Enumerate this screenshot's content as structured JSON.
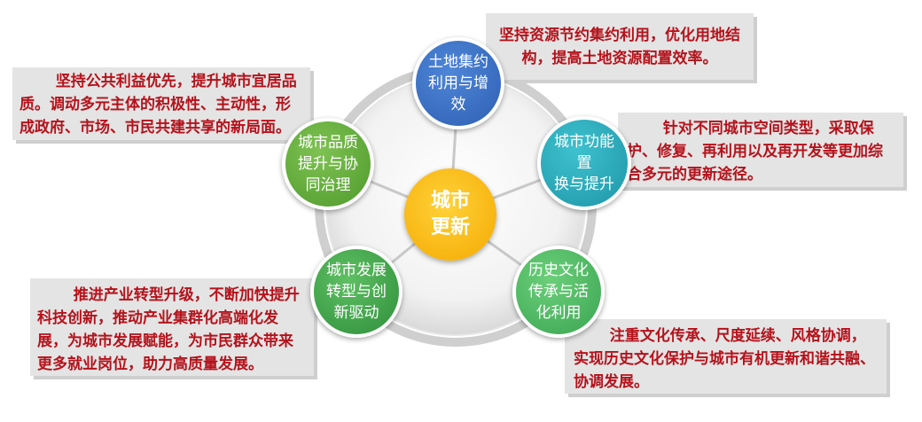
{
  "center": {
    "line1": "城市",
    "line2": "更新"
  },
  "nodes": {
    "top": {
      "lines": [
        "土地集约",
        "利用与增",
        "效"
      ]
    },
    "left": {
      "lines": [
        "城市品质",
        "提升与协",
        "同治理"
      ]
    },
    "right": {
      "lines": [
        "城市功能置",
        "换与提升"
      ]
    },
    "bottom_left": {
      "lines": [
        "城市发展",
        "转型与创",
        "新驱动"
      ]
    },
    "bottom_right": {
      "lines": [
        "历史文化",
        "传承与活",
        "化利用"
      ]
    }
  },
  "boxes": {
    "top_left": "坚持公共利益优先，提升城市宜居品质。调动多元主体的积极性、主动性，形成政府、市场、市民共建共享的新局面。",
    "top_right": "坚持资源节约集约利用，优化用地结构，提高土地资源配置效率。",
    "right": "针对不同城市空间类型，采取保护、修复、再利用以及再开发等更加综合多元的更新途径。",
    "left": "推进产业转型升级，不断加快提升科技创新，推动产业集群化高端化发展，为城市发展赋能，为市民群众带来更多就业岗位，助力高质量发展。",
    "bottom_right": "注重文化传承、尺度延续、风格协调，实现历史文化保护与城市有机更新和谐共融、协调发展。"
  },
  "colors": {
    "text_red": "#b5121b",
    "box_bg": "#e4e4e4",
    "center": "#f9b800",
    "top": "#3b6fc4",
    "left": "#5fa83a",
    "right": "#27a9b8",
    "bottom_left": "#3c9d48",
    "bottom_right": "#4cbb62"
  }
}
